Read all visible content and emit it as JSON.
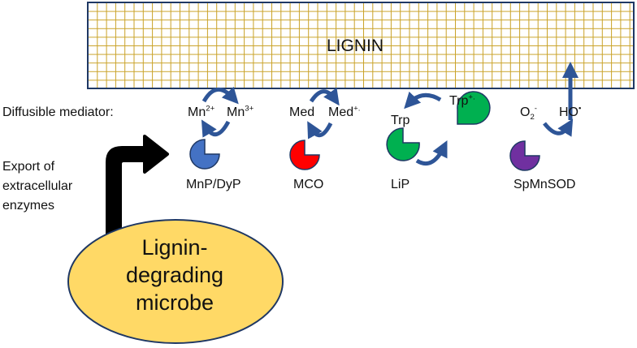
{
  "lignin_label": "LIGNIN",
  "row_labels": {
    "diffusible_mediator": "Diffusible mediator:",
    "export_line1": "Export of",
    "export_line2": "extracellular",
    "export_line3": "enzymes"
  },
  "mediators": {
    "mn2": "Mn",
    "mn2_sup": "2+",
    "mn3": "Mn",
    "mn3_sup": "3+",
    "med": "Med",
    "med_rad": "Med",
    "med_rad_sup": "+.",
    "trp": "Trp",
    "trp_rad": "Trp",
    "trp_rad_sup": "+.",
    "o2": "O",
    "o2_sub": "2",
    "o2_sup": "-",
    "ho": "HO",
    "ho_sup": "•"
  },
  "enzymes": [
    {
      "label": "MnP/DyP",
      "color": "#4472c4"
    },
    {
      "label": "MCO",
      "color": "#ff0000"
    },
    {
      "label": "LiP",
      "color": "#00b050"
    },
    {
      "label": "SpMnSOD",
      "color": "#7030a0"
    }
  ],
  "microbe": {
    "line1": "Lignin-",
    "line2": "degrading",
    "line3": "microbe",
    "fill": "#ffd966"
  },
  "colors": {
    "lignin_grid": "#c9a227",
    "lignin_border": "#1f3864",
    "arrow": "#2e5597",
    "export_arrow": "#000000"
  }
}
